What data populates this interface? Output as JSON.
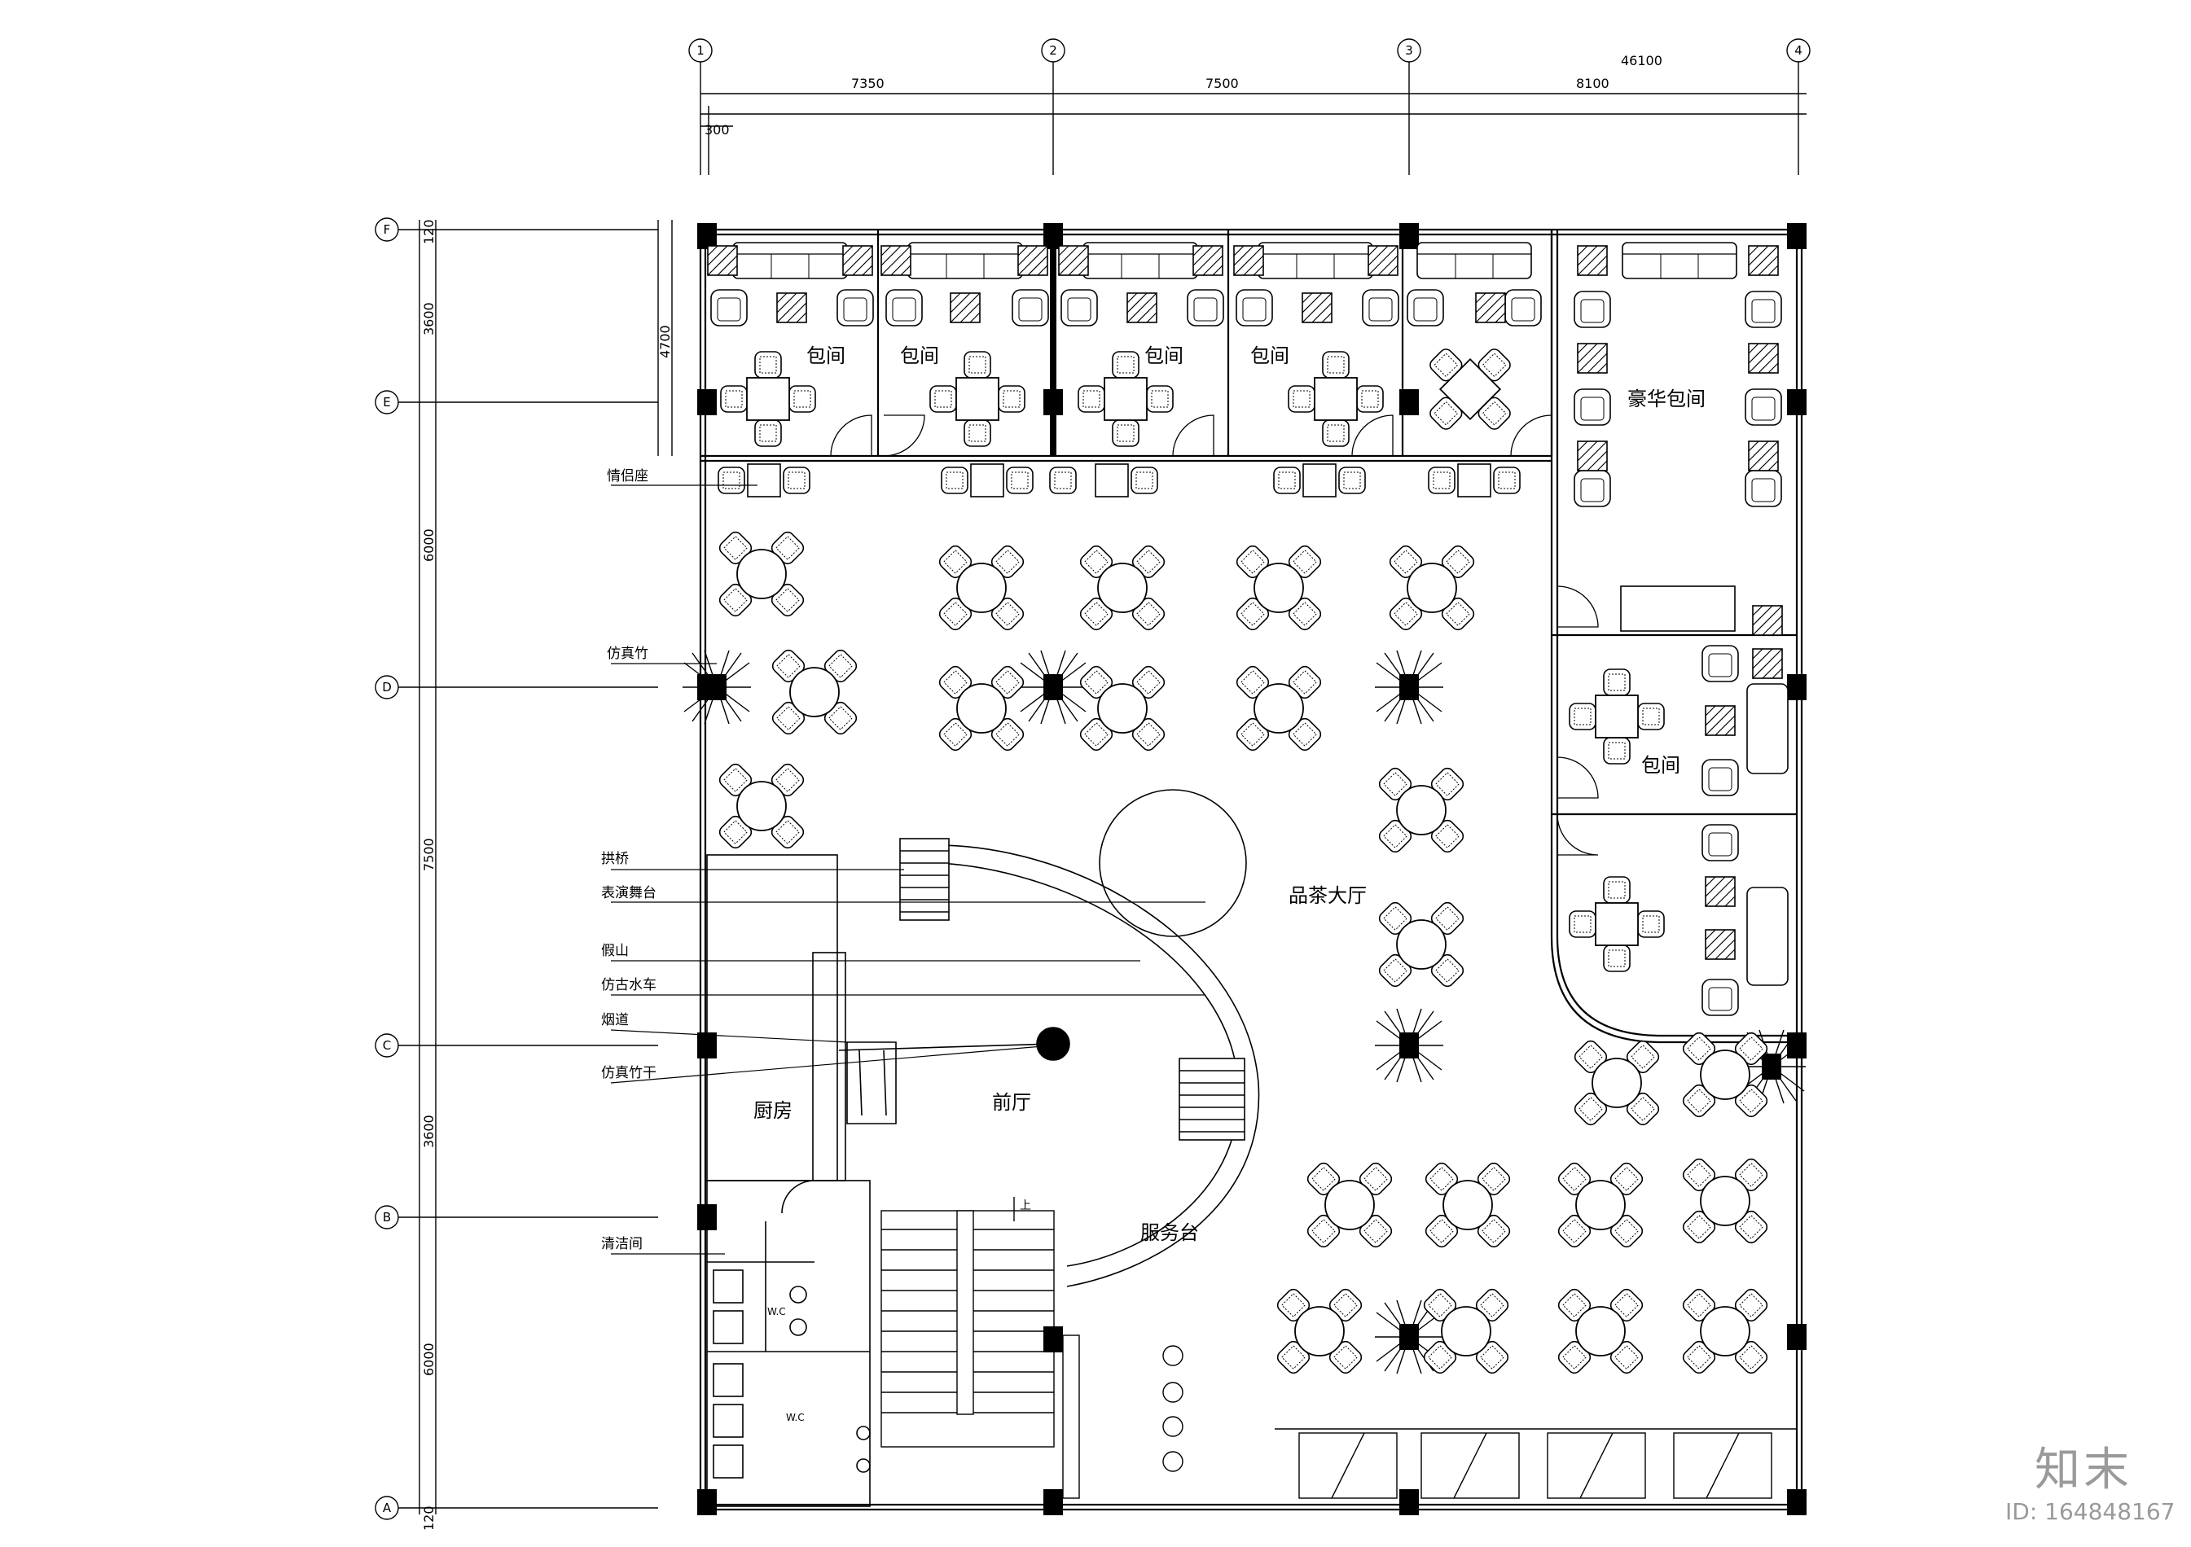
{
  "rooms": {
    "private": "包间",
    "luxury": "豪华包间",
    "hall": "品茶大厅",
    "lobby": "前厅",
    "kitchen": "厨房",
    "service": "服务台",
    "up": "上",
    "wc": "W.C"
  },
  "callouts": [
    "情侣座",
    "仿真竹",
    "拱桥",
    "表演舞台",
    "假山",
    "仿古水车",
    "烟道",
    "仿真竹干",
    "清洁间"
  ],
  "grid": {
    "columns": [
      "1",
      "2",
      "3",
      "4"
    ],
    "rows": [
      "F",
      "E",
      "D",
      "C",
      "B",
      "A"
    ]
  },
  "dimensions": {
    "top_total": "46100",
    "top_spans": [
      "7350",
      "7500",
      "8100"
    ],
    "top_small": "300",
    "left_spans": [
      "120",
      "3600",
      "6000",
      "7500",
      "3600",
      "6000",
      "120"
    ],
    "inner": "4700"
  },
  "watermark": {
    "brand": "知末",
    "id": "ID: 164848167"
  }
}
